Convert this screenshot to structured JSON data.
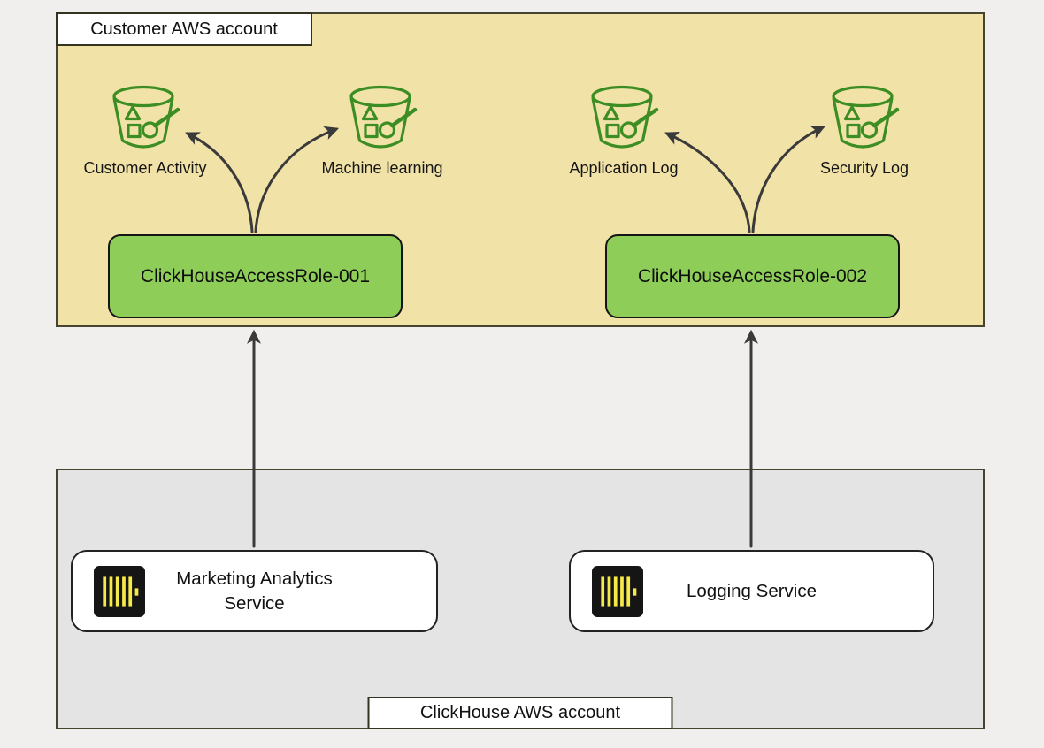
{
  "page": {
    "background": "#f0efee"
  },
  "customer_account": {
    "label": "Customer AWS account",
    "buckets": [
      {
        "label": "Customer Activity",
        "icon": "s3-bucket-icon"
      },
      {
        "label": "Machine learning",
        "icon": "s3-bucket-icon"
      },
      {
        "label": "Application Log",
        "icon": "s3-bucket-icon"
      },
      {
        "label": "Security Log",
        "icon": "s3-bucket-icon"
      }
    ],
    "roles": [
      {
        "label": "ClickHouseAccessRole-001"
      },
      {
        "label": "ClickHouseAccessRole-002"
      }
    ],
    "colors": {
      "background": "#f1e2a8",
      "role_fill": "#8ecd58",
      "bucket_stroke": "#3c8d23"
    }
  },
  "clickhouse_account": {
    "label": "ClickHouse AWS account",
    "services": [
      {
        "label": "Marketing Analytics Service",
        "icon": "clickhouse-logo-icon"
      },
      {
        "label": "Logging Service",
        "icon": "clickhouse-logo-icon"
      }
    ],
    "colors": {
      "background": "#e4e4e4",
      "logo_background": "#151515",
      "logo_bars": "#f6e94a"
    }
  },
  "connections": {
    "arrow_color": "#3a3a3a",
    "edges": [
      {
        "from": "ClickHouseAccessRole-001",
        "to": "Customer Activity"
      },
      {
        "from": "ClickHouseAccessRole-001",
        "to": "Machine learning"
      },
      {
        "from": "ClickHouseAccessRole-002",
        "to": "Application Log"
      },
      {
        "from": "ClickHouseAccessRole-002",
        "to": "Security Log"
      },
      {
        "from": "Marketing Analytics Service",
        "to": "ClickHouseAccessRole-001"
      },
      {
        "from": "Logging Service",
        "to": "ClickHouseAccessRole-002"
      }
    ]
  }
}
